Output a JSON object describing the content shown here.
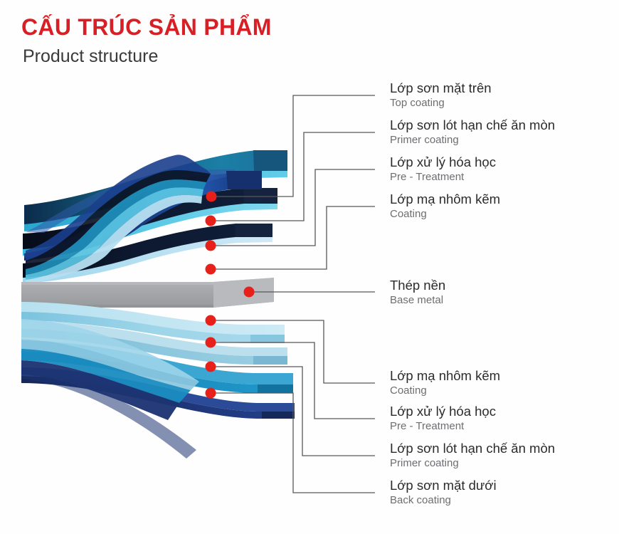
{
  "header": {
    "title_vi": "CẤU TRÚC SẢN PHẨM",
    "title_en": "Product structure",
    "title_color": "#d81f26",
    "subtitle_color": "#3a3a3c"
  },
  "diagram": {
    "type": "layered-cross-section",
    "marker_color": "#e8201a",
    "leader_line_color": "#58585b",
    "layers": [
      {
        "id": "top-coating",
        "side": "top",
        "index": 1,
        "color": "#1d3f86",
        "edge_color": "#3f6fc0"
      },
      {
        "id": "primer-top",
        "side": "top",
        "index": 2,
        "color": "#2da3c9",
        "edge_color": "#6fd2ea"
      },
      {
        "id": "pretreat-top",
        "side": "top",
        "index": 3,
        "color": "#0f1a2e",
        "edge_color": "#35c1e2"
      },
      {
        "id": "coating-top",
        "side": "top",
        "index": 4,
        "color": "#0d1726",
        "edge_color": "#9fd9ef"
      },
      {
        "id": "base-metal",
        "side": "center",
        "index": 5,
        "color": "#a6a8ab",
        "edge_color": "#c8cacc"
      },
      {
        "id": "coating-bottom",
        "side": "bottom",
        "index": 6,
        "color": "#9fd2e8",
        "edge_color": "#c5e6f4"
      },
      {
        "id": "pretreat-bottom",
        "side": "bottom",
        "index": 7,
        "color": "#8fc6de",
        "edge_color": "#bcdfee"
      },
      {
        "id": "primer-bottom",
        "side": "bottom",
        "index": 8,
        "color": "#1b8fc4",
        "edge_color": "#56b7dd"
      },
      {
        "id": "back-coating",
        "side": "bottom",
        "index": 9,
        "color": "#1d3473",
        "edge_color": "#2b4a97"
      }
    ]
  },
  "callouts": [
    {
      "id": "top-coating",
      "vi": "Lớp sơn mặt trên",
      "en": "Top coating"
    },
    {
      "id": "primer-top",
      "vi": "Lớp sơn lót hạn chế ăn mòn",
      "en": "Primer coating"
    },
    {
      "id": "pretreat-top",
      "vi": "Lớp xử lý hóa học",
      "en": "Pre - Treatment"
    },
    {
      "id": "coating-top",
      "vi": "Lớp mạ nhôm kẽm",
      "en": "Coating"
    },
    {
      "id": "base-metal",
      "vi": "Thép nền",
      "en": "Base metal"
    },
    {
      "id": "coating-bottom",
      "vi": "Lớp mạ nhôm kẽm",
      "en": "Coating"
    },
    {
      "id": "pretreat-bottom",
      "vi": "Lớp xử lý hóa học",
      "en": "Pre - Treatment"
    },
    {
      "id": "primer-bottom",
      "vi": "Lớp sơn lót hạn chế ăn mòn",
      "en": "Primer coating"
    },
    {
      "id": "back-coating",
      "vi": "Lớp sơn mặt dưới",
      "en": "Back coating"
    }
  ]
}
